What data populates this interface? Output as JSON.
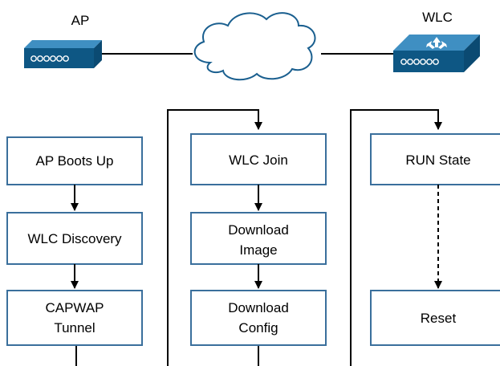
{
  "devices": {
    "ap": {
      "label": "AP",
      "icon": "access-point-icon"
    },
    "wlc": {
      "label": "WLC",
      "icon": "wireless-lan-controller-icon"
    },
    "network": {
      "icon": "cloud-icon"
    }
  },
  "columns": {
    "left": {
      "boxes": [
        {
          "lines": [
            "AP Boots Up"
          ]
        },
        {
          "lines": [
            "WLC Discovery"
          ]
        },
        {
          "lines": [
            "CAPWAP",
            "Tunnel"
          ]
        }
      ]
    },
    "middle": {
      "boxes": [
        {
          "lines": [
            "WLC Join"
          ]
        },
        {
          "lines": [
            "Download",
            "Image"
          ]
        },
        {
          "lines": [
            "Download",
            "Config"
          ]
        }
      ]
    },
    "right": {
      "boxes": [
        {
          "lines": [
            "RUN State"
          ]
        },
        {
          "lines": [
            "Reset"
          ]
        }
      ]
    }
  },
  "colors": {
    "device_body": "#1a6a9a",
    "device_front": "#0e5784",
    "device_top": "#3f8fc2",
    "cloud_fill": "#ffffff",
    "cloud_stroke": "#1a5f8f",
    "box_stroke": "#3a6f9c",
    "line": "#000000"
  }
}
